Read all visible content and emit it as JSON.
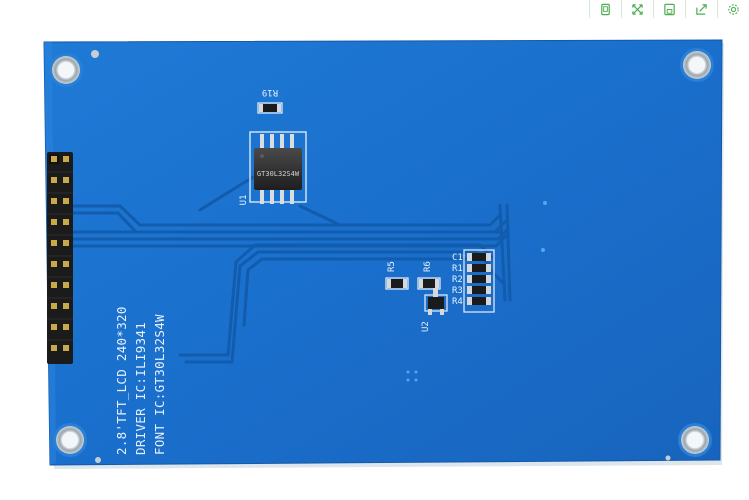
{
  "toolbar": {
    "buttons": [
      {
        "icon": "copy-icon"
      },
      {
        "icon": "expand-icon"
      },
      {
        "icon": "save-icon"
      },
      {
        "icon": "share-icon"
      },
      {
        "icon": "gear-icon"
      }
    ],
    "accent": "#4caf50"
  },
  "board": {
    "color": "#1a6fcc",
    "silkscreen": {
      "line1": "2.8'TFT_LCD 240*320",
      "line2": "DRIVER IC:ILI9341",
      "line3": "FONT IC:GT30L32S4W"
    },
    "labels": {
      "r19": "R19",
      "u1": "U1",
      "chip": "GT30L32S4W",
      "r5": "R5",
      "r6": "R6",
      "u2": "U2",
      "c1": "C1",
      "r1": "R1",
      "r2": "R2",
      "r3": "R3",
      "r4": "R4"
    }
  }
}
